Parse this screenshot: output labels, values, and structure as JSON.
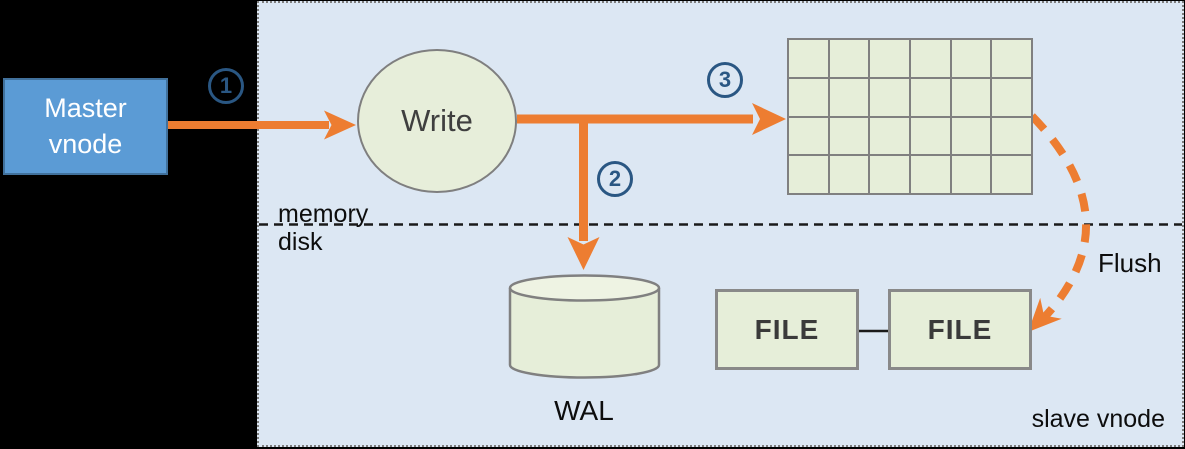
{
  "diagram": {
    "master_vnode": {
      "label": "Master\nvnode"
    },
    "panel": {
      "label": "slave vnode"
    },
    "write": {
      "label": "Write"
    },
    "wal": {
      "label": "WAL"
    },
    "files": [
      {
        "label": "FILE"
      },
      {
        "label": "FILE"
      }
    ],
    "flush": {
      "label": "Flush"
    },
    "layers": {
      "memory_label": "memory",
      "disk_label": "disk"
    },
    "steps": [
      {
        "number": "1"
      },
      {
        "number": "2"
      },
      {
        "number": "3"
      }
    ],
    "memtable": {
      "rows": 4,
      "cols": 6
    },
    "colors": {
      "arrow_orange": "#ed7d31",
      "panel_bg": "#dce7f3",
      "node_fill": "#e6eed9",
      "node_border": "#808080",
      "master_fill": "#5b9bd5",
      "master_border": "#41719c",
      "step_circle_blue": "#2a5783",
      "background": "#000000"
    }
  }
}
